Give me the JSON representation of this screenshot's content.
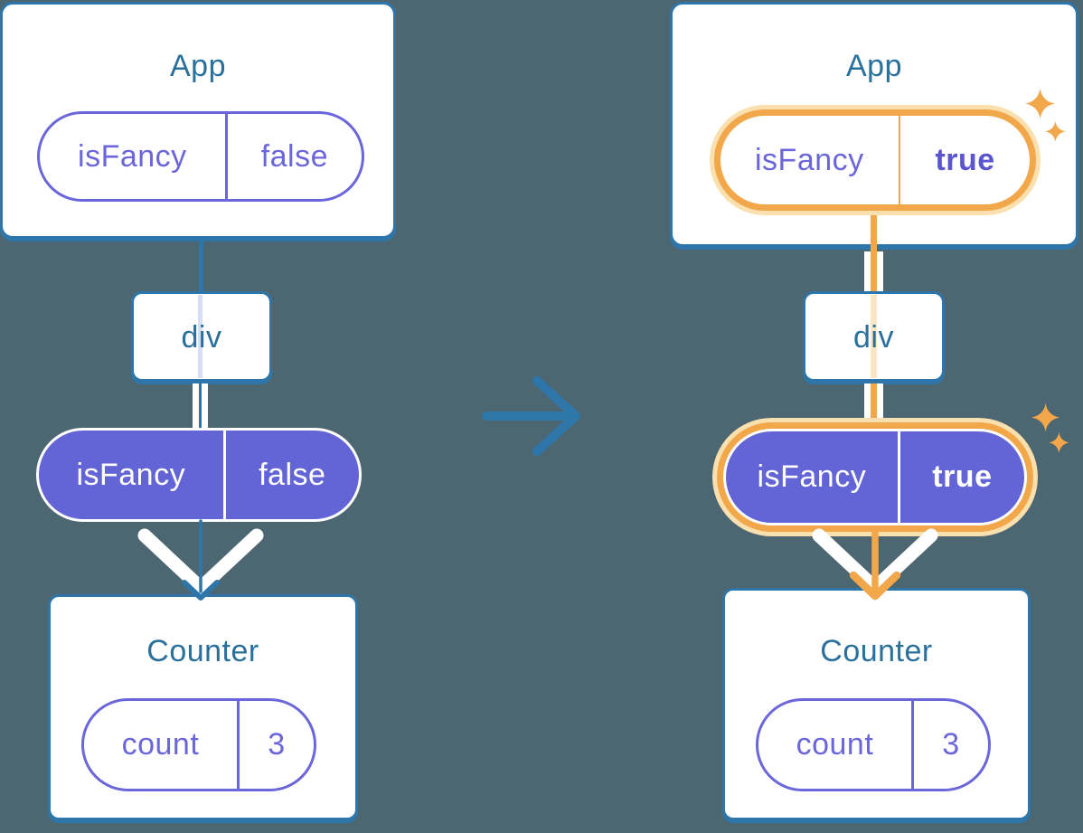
{
  "diagram": {
    "description": "component tree state transition, before and after",
    "before": {
      "app": {
        "name": "App",
        "state": {
          "key": "isFancy",
          "value": "false"
        }
      },
      "container": {
        "name": "div"
      },
      "prop": {
        "key": "isFancy",
        "value": "false"
      },
      "counter": {
        "name": "Counter",
        "state": {
          "key": "count",
          "value": "3"
        }
      }
    },
    "after": {
      "app": {
        "name": "App",
        "state": {
          "key": "isFancy",
          "value": "true"
        }
      },
      "container": {
        "name": "div"
      },
      "prop": {
        "key": "isFancy",
        "value": "true"
      },
      "counter": {
        "name": "Counter",
        "state": {
          "key": "count",
          "value": "3"
        }
      }
    },
    "colors": {
      "background": "#4D6772",
      "card_border_blue": "#2E76A9",
      "component_name_text": "#29709C",
      "state_purple_border": "#6B66DC",
      "state_purple_fill": "#6365D6",
      "bold_true_purple": "#5B55CF",
      "highlight_orange": "#F3A74B",
      "highlight_orange_glow": "#FAE0AF",
      "pass_through_line_blue": "#D7DEF3",
      "pass_through_line_orange": "#FBE6C4"
    }
  }
}
